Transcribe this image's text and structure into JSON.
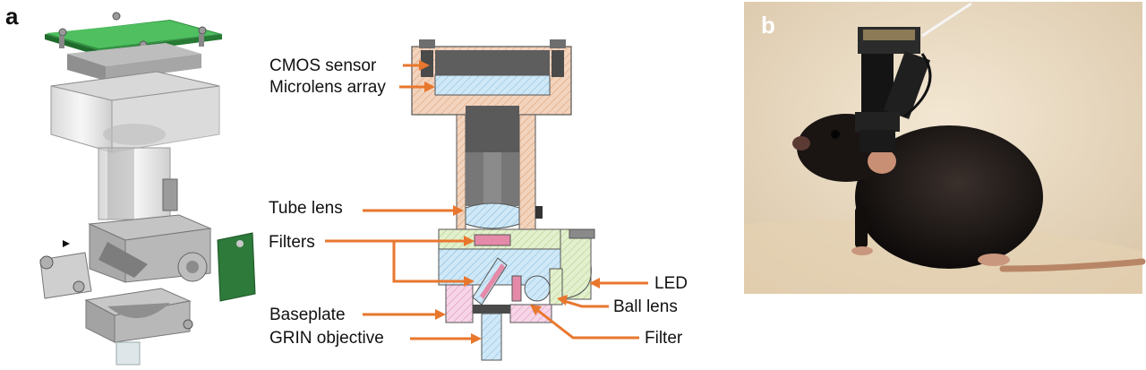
{
  "panels": {
    "a": "a",
    "b": "b"
  },
  "labels": {
    "cmos_sensor": "CMOS sensor",
    "microlens_array": "Microlens array",
    "tube_lens": "Tube lens",
    "filters": "Filters",
    "led": "LED",
    "ball_lens": "Ball lens",
    "baseplate": "Baseplate",
    "filter": "Filter",
    "grin_objective": "GRIN objective"
  },
  "colors": {
    "arrow": "#e8772e",
    "pcb": "#3fae4f",
    "housing_hatch": "#e6b99a",
    "lens_fill": "#bfe0f3",
    "green_part": "#d4e9b8",
    "pink_part": "#f2c6df",
    "photo_bg": "#e9dac3"
  }
}
